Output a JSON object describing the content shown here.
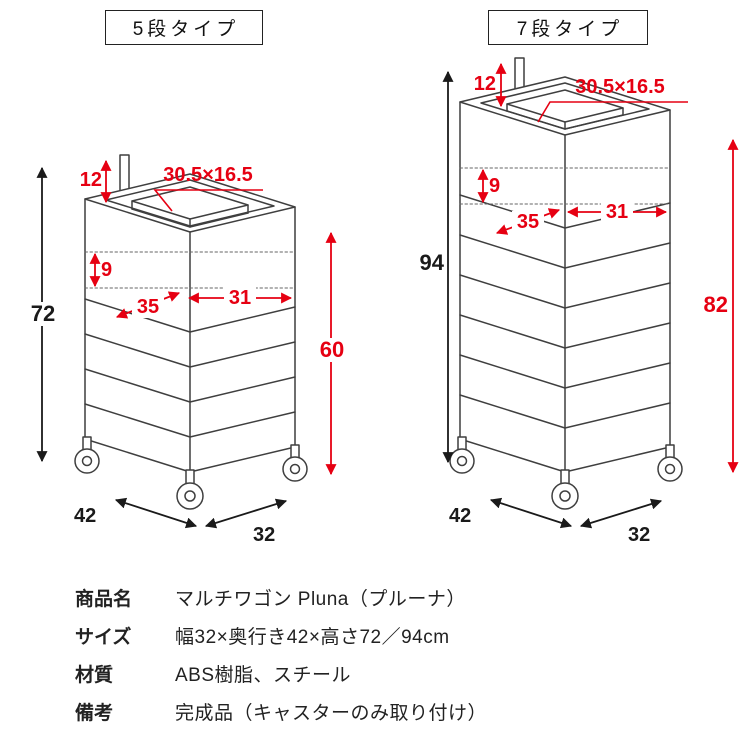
{
  "colors": {
    "dimension_red": "#e60012",
    "line_gray": "#3f3f3f",
    "text_black": "#1a1a1a"
  },
  "variants": {
    "five": {
      "label": "5段タイプ",
      "dims": {
        "handle": "12",
        "opening": "30.5×16.5",
        "tray_depth": "9",
        "inner_width": "31",
        "inner_depth": "35",
        "total_height": "72",
        "body_height": "60",
        "depth": "42",
        "width": "32"
      }
    },
    "seven": {
      "label": "7段タイプ",
      "dims": {
        "handle": "12",
        "opening": "30.5×16.5",
        "tray_depth": "9",
        "inner_width": "31",
        "inner_depth": "35",
        "total_height": "94",
        "body_height": "82",
        "depth": "42",
        "width": "32"
      }
    }
  },
  "spec": {
    "rows": [
      {
        "label": "商品名",
        "value": "マルチワゴン Pluna（プルーナ）"
      },
      {
        "label": "サイズ",
        "value": "幅32×奥行き42×高さ72／94cm"
      },
      {
        "label": "材質",
        "value": "ABS樹脂、スチール"
      },
      {
        "label": "備考",
        "value": "完成品（キャスターのみ取り付け）"
      }
    ]
  }
}
